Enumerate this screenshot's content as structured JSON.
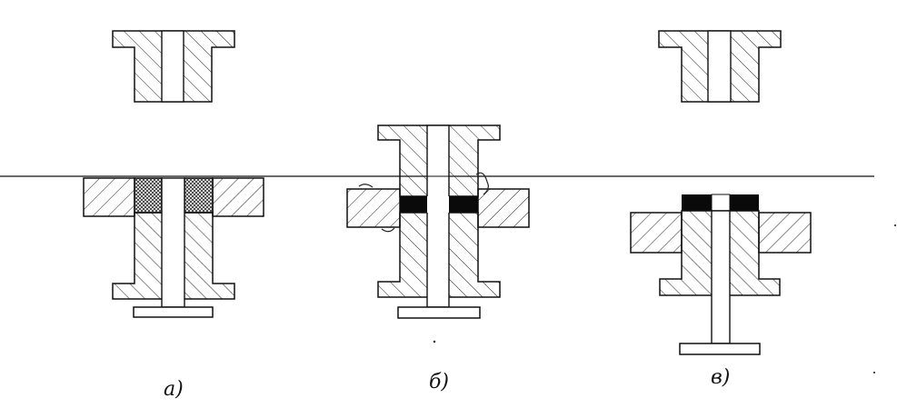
{
  "figure": {
    "captions": {
      "a": "а)",
      "b": "б)",
      "c": "в)"
    }
  },
  "colors": {
    "line": "#111111",
    "hatch": "#222222",
    "fill_black": "#0a0a0a",
    "crosshatch": "#333333"
  }
}
